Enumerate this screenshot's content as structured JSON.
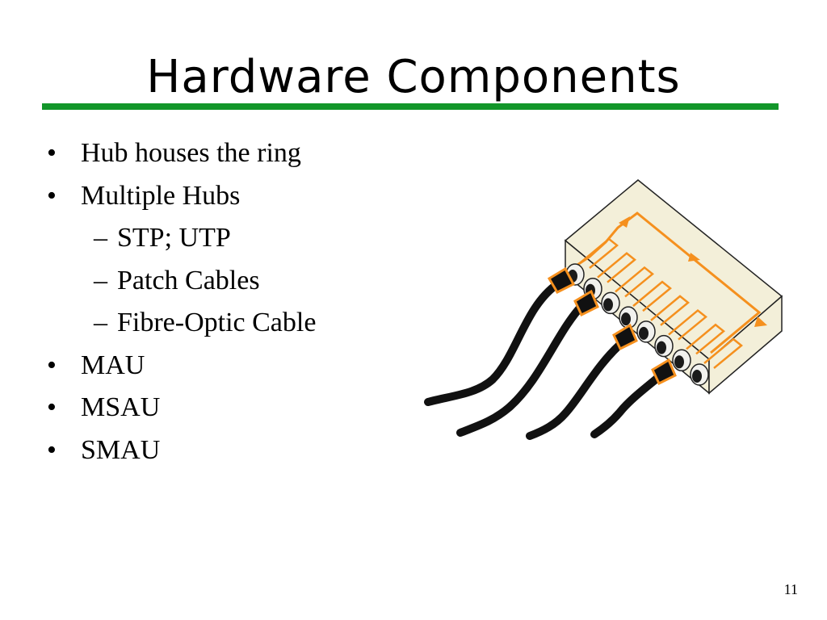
{
  "slide": {
    "title": "Hardware Components",
    "accent_color": "#12962a",
    "bullets": [
      {
        "level": 1,
        "marker": "•",
        "text": "Hub houses the ring"
      },
      {
        "level": 1,
        "marker": "•",
        "text": "Multiple Hubs"
      },
      {
        "level": 2,
        "marker": "–",
        "text": "STP; UTP"
      },
      {
        "level": 2,
        "marker": "–",
        "text": "Patch Cables"
      },
      {
        "level": 2,
        "marker": "–",
        "text": "Fibre-Optic Cable"
      },
      {
        "level": 1,
        "marker": "•",
        "text": "MAU"
      },
      {
        "level": 1,
        "marker": "•",
        "text": "MSAU"
      },
      {
        "level": 1,
        "marker": "•",
        "text": "SMAU"
      }
    ],
    "page_number": "11"
  },
  "illustration": {
    "icon": "ring-hub-icon",
    "ring_color": "#f5901e",
    "box_color": "#f3efd9",
    "cable_color": "#111111",
    "port_count": 8,
    "cable_count": 4
  }
}
